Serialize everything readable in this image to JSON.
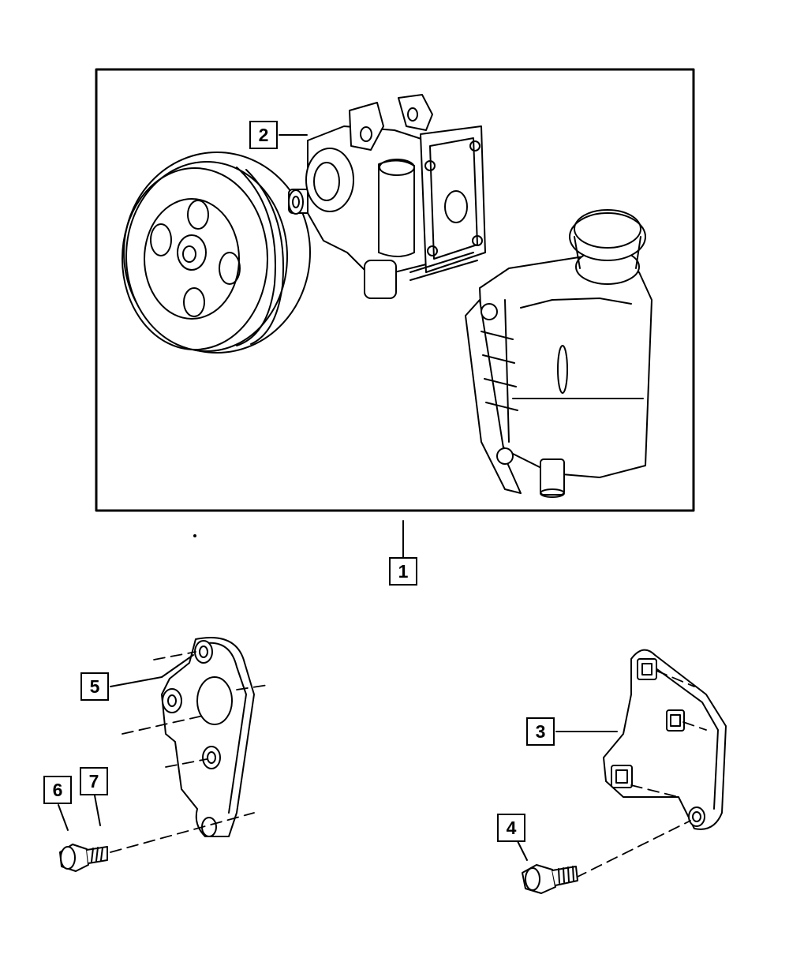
{
  "colors": {
    "line": "#000000",
    "background": "#ffffff"
  },
  "callouts": [
    {
      "id": "1",
      "label": "1"
    },
    {
      "id": "2",
      "label": "2"
    },
    {
      "id": "3",
      "label": "3"
    },
    {
      "id": "4",
      "label": "4"
    },
    {
      "id": "5",
      "label": "5"
    },
    {
      "id": "6",
      "label": "6"
    },
    {
      "id": "7",
      "label": "7"
    }
  ]
}
